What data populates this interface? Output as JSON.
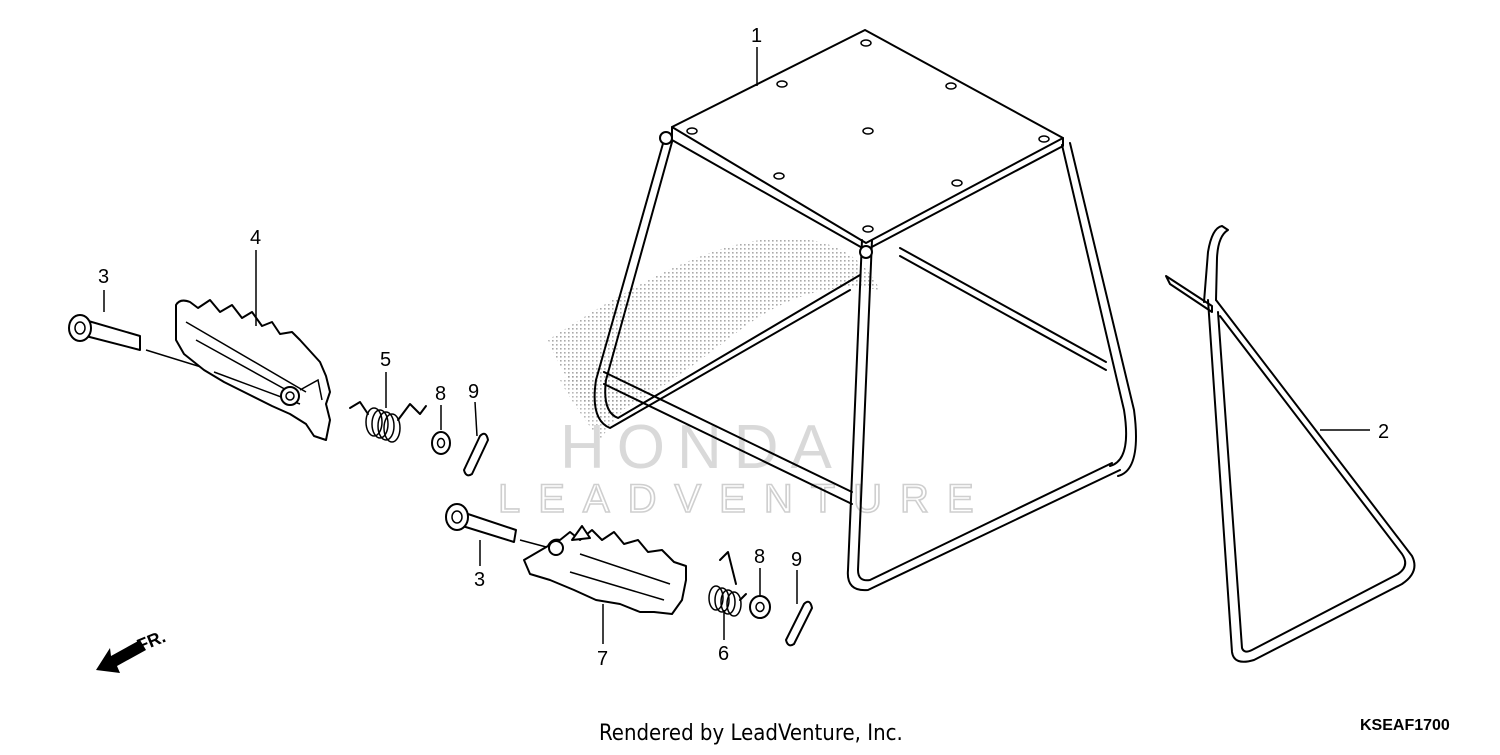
{
  "callouts": {
    "c1": "1",
    "c2": "2",
    "c3a": "3",
    "c3b": "3",
    "c4": "4",
    "c5": "5",
    "c6": "6",
    "c7": "7",
    "c8a": "8",
    "c8b": "8",
    "c9a": "9",
    "c9b": "9"
  },
  "direction_label": "FR.",
  "watermark": {
    "brand": "HONDA",
    "dealer": "LEADVENTURE"
  },
  "footer": {
    "credit": "Rendered by LeadVenture, Inc.",
    "diagram_code": "KSEAF1700"
  }
}
